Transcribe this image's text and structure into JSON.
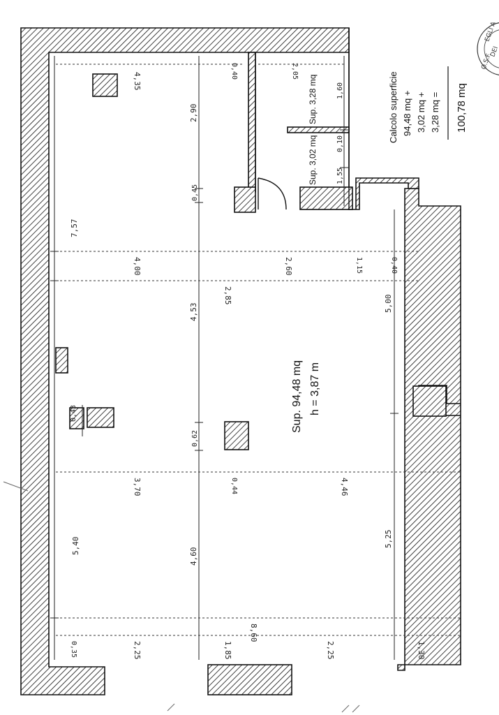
{
  "plan": {
    "main_area": "Sup. 94,48 mq",
    "height": "h = 3,87 m",
    "room_a_area": "Sup. 3,02 mq",
    "room_b_area": "Sup. 3,28 mq"
  },
  "calc": {
    "title": "Calcolo superficie",
    "line1": "94,48 mq +",
    "line2": "3,02 mq +",
    "line3": "3,28 mq =",
    "total": "100,78 mq"
  },
  "stamp": {
    "text1": "EGLI A",
    "text2": "DEI",
    "text3": "O.S.F."
  },
  "dimensions": {
    "d757": "7,57",
    "d290": "2,90",
    "d045": "0,45",
    "d453": "4,53",
    "d062": "0,62",
    "d460": "4,60",
    "d540": "5,40",
    "d043": "0,43",
    "d435": "4,35",
    "d040a": "0,40",
    "d205": "2,05",
    "d160": "1,60",
    "d010": "0,10",
    "d155": "1,55",
    "d400": "4,00",
    "d260": "2,60",
    "d115": "1,15",
    "d040b": "0,40",
    "d285": "2,85",
    "d500": "5,00",
    "d370": "3,70",
    "d044": "0,44",
    "d446": "4,46",
    "d525": "5,25",
    "d860": "8,60",
    "d035": "0,35",
    "d225a": "2,25",
    "d185": "1,85",
    "d225b": "2,25",
    "d130": "1,30"
  },
  "colors": {
    "ink": "#111111",
    "paper": "#ffffff"
  }
}
